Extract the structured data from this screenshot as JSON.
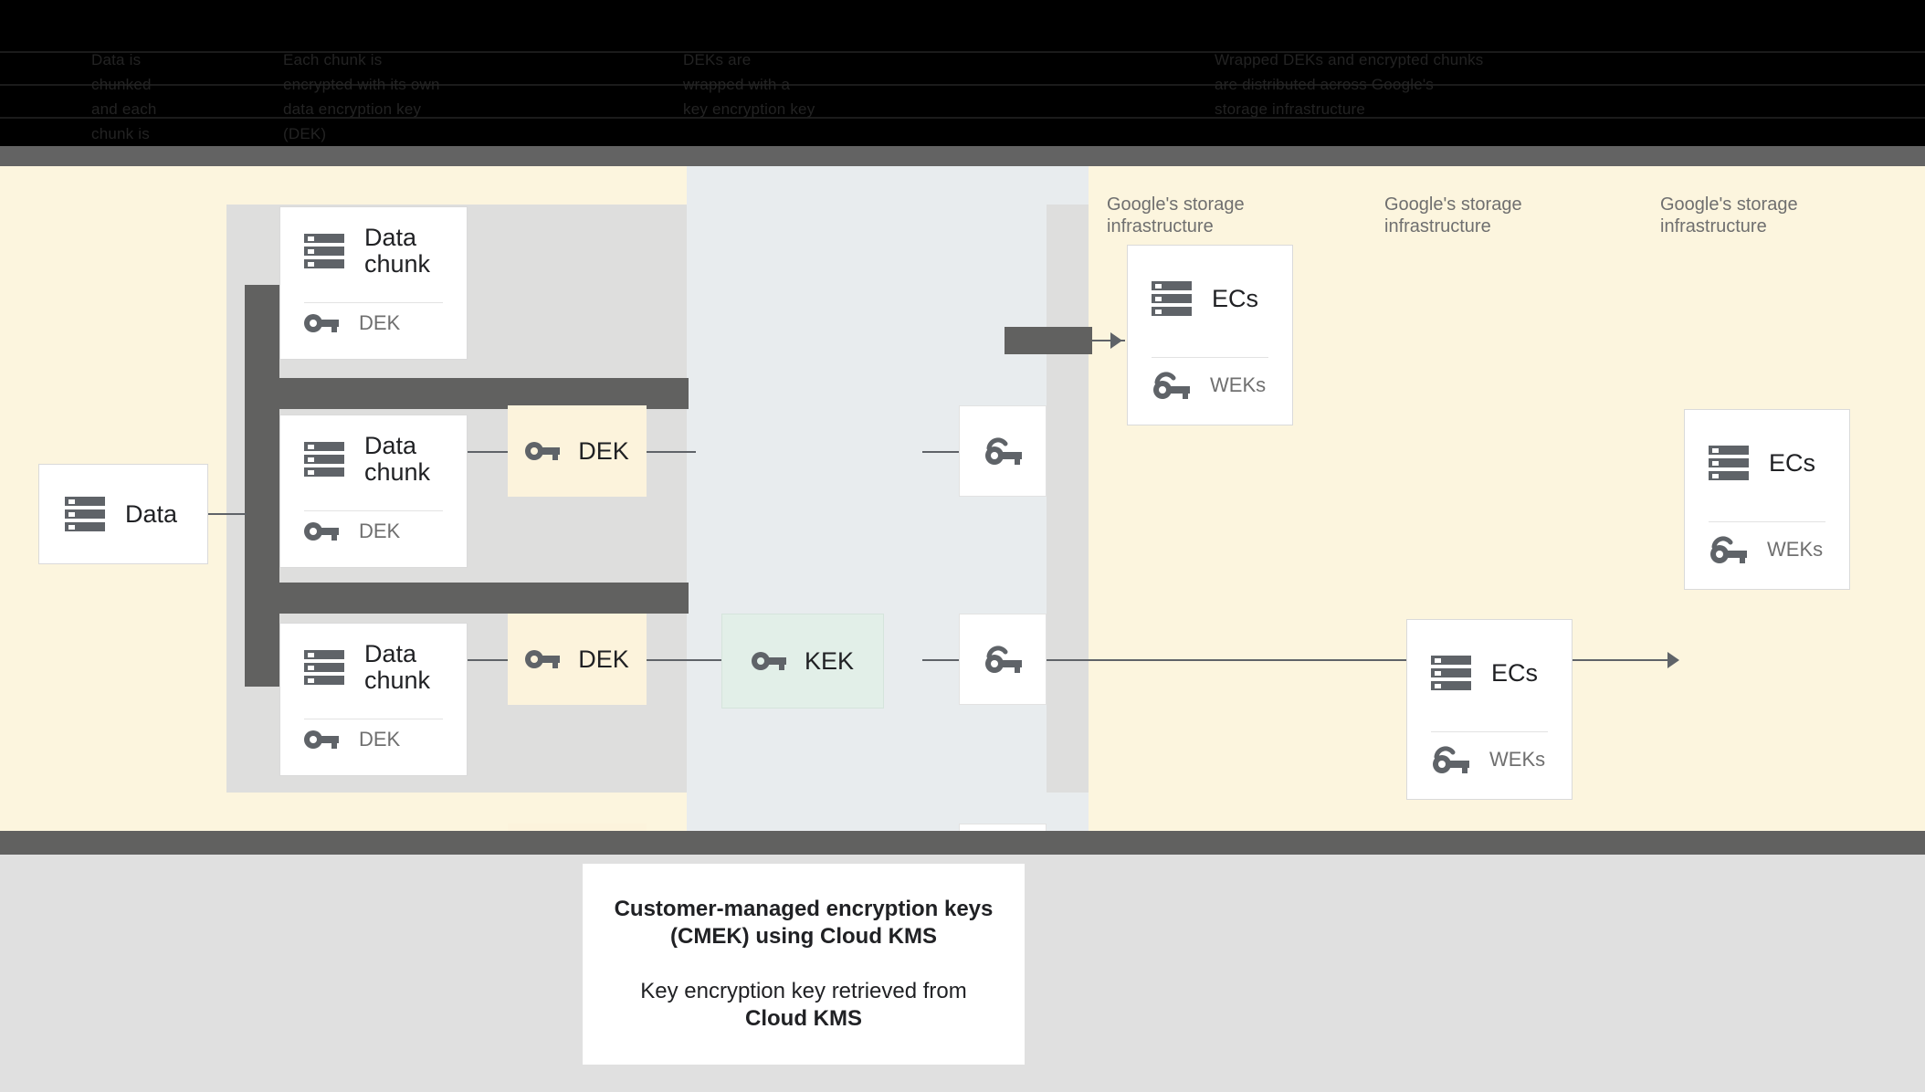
{
  "header": {
    "obscured": true,
    "columns": [
      {
        "text": "Data is\nchunked\nand each\nchunk is\nencrypted"
      },
      {
        "text": "Each chunk is\nencrypted with its own\ndata encryption key\n(DEK)"
      },
      {
        "text": "DEKs are\nwrapped with a\nkey encryption key"
      },
      {
        "text": "Wrapped DEKs and encrypted chunks\nare distributed across Google's\nstorage infrastructure"
      }
    ]
  },
  "diagram": {
    "source": {
      "label": "Data",
      "icon": "server-icon"
    },
    "chunks": [
      {
        "title": "Data chunk",
        "key_label": "DEK",
        "icon": "server-icon",
        "key_icon": "key-icon"
      },
      {
        "title": "Data chunk",
        "key_label": "DEK",
        "icon": "server-icon",
        "key_icon": "key-icon"
      },
      {
        "title": "Data chunk",
        "key_label": "DEK",
        "icon": "server-icon",
        "key_icon": "key-icon"
      }
    ],
    "deks": [
      {
        "label": "DEK",
        "icon": "key-icon"
      },
      {
        "label": "DEK",
        "icon": "key-icon"
      },
      {
        "label": "DEK",
        "icon": "key-icon"
      }
    ],
    "kek": {
      "label": "KEK",
      "icon": "key-icon"
    },
    "wrapped_keys": [
      {
        "icon": "wrapped-key-icon"
      },
      {
        "icon": "wrapped-key-icon"
      },
      {
        "icon": "wrapped-key-icon"
      }
    ],
    "infra_labels": [
      "Google's storage\ninfrastructure",
      "Google's storage\ninfrastructure",
      "Google's storage\ninfrastructure"
    ],
    "storage_cards": [
      {
        "title": "ECs",
        "key_label": "WEKs",
        "icon": "server-icon",
        "key_icon": "wrapped-key-icon"
      },
      {
        "title": "ECs",
        "key_label": "WEKs",
        "icon": "server-icon",
        "key_icon": "wrapped-key-icon"
      },
      {
        "title": "ECs",
        "key_label": "WEKs",
        "icon": "server-icon",
        "key_icon": "wrapped-key-icon"
      }
    ]
  },
  "caption": {
    "line1": "Customer-managed encryption keys",
    "line2": "(CMEK) using Cloud KMS",
    "line3": "Key encryption key retrieved from",
    "line4": "Cloud KMS"
  },
  "colors": {
    "canvas_cream": "#fcf5de",
    "column_gray": "#dededd",
    "column_blue_gray": "#e8ecee",
    "dek_cream": "#fcf3dc",
    "kek_mint": "#e2efe8",
    "spine_dark": "#616160",
    "icon_gray": "#5f6368",
    "text_dark": "#202124",
    "text_muted": "#6f6f6f",
    "page_bottom": "#e0e0e0",
    "header_black": "#000000"
  }
}
